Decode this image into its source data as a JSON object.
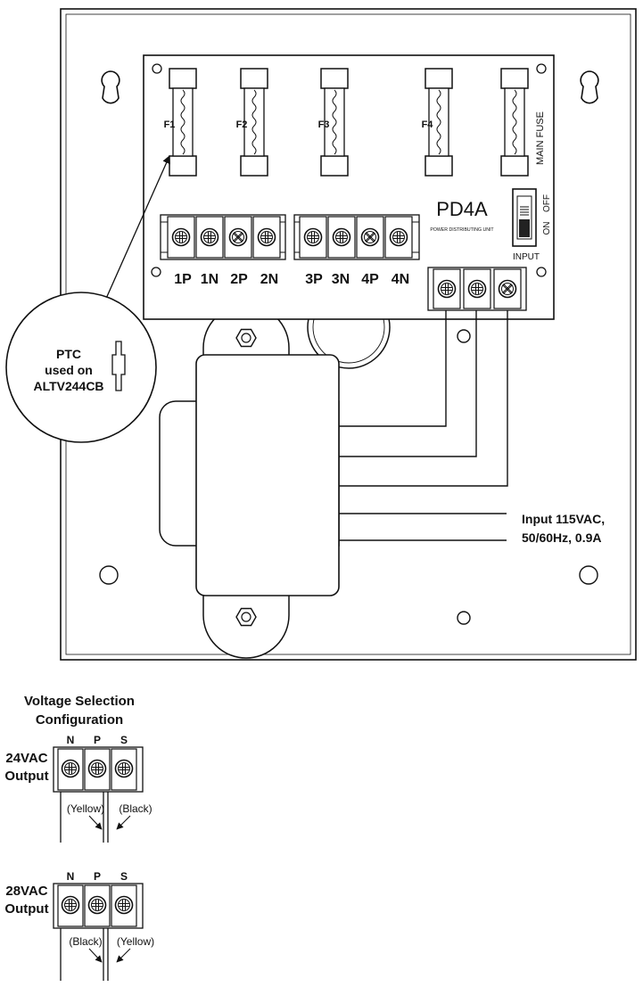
{
  "board": {
    "model": "PD4A",
    "subtitle": "POWER DISTRIBUTING UNIT",
    "fuses": [
      "F1",
      "F2",
      "F3",
      "F4"
    ],
    "main_fuse": "MAIN FUSE",
    "switch_on": "ON",
    "switch_off": "OFF",
    "input_label": "INPUT",
    "terminals": [
      "1P",
      "1N",
      "2P",
      "2N",
      "3P",
      "3N",
      "4P",
      "4N"
    ]
  },
  "callout": {
    "line1": "PTC",
    "line2": "used on",
    "line3": "ALTV244CB"
  },
  "input_spec": {
    "line1": "Input 115VAC,",
    "line2": "50/60Hz, 0.9A"
  },
  "voltage_selection": {
    "title1": "Voltage Selection",
    "title2": "Configuration",
    "configs": [
      {
        "voltage": "24VAC",
        "output": "Output",
        "terminals": [
          "N",
          "P",
          "S"
        ],
        "wire_left": "(Yellow)",
        "wire_right": "(Black)"
      },
      {
        "voltage": "28VAC",
        "output": "Output",
        "terminals": [
          "N",
          "P",
          "S"
        ],
        "wire_left": "(Black)",
        "wire_right": "(Yellow)"
      }
    ]
  }
}
